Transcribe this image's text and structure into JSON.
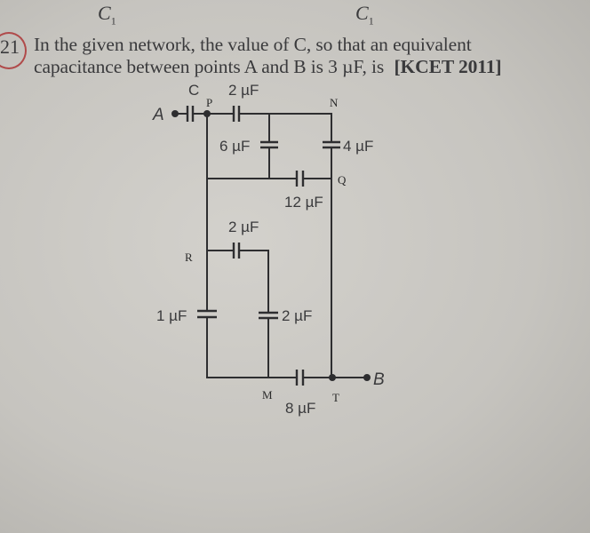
{
  "header": {
    "partial_options": [
      "C1",
      "C1"
    ],
    "sub": "1"
  },
  "question": {
    "number": "21",
    "line1": "In the given network, the value of C, so that an equivalent",
    "line2_a": "capacitance between points A and B is 3 µF, is",
    "source": "[KCET 2011]"
  },
  "circuit": {
    "terminals": {
      "a": "A",
      "b": "B"
    },
    "nodes": {
      "p": "P",
      "n": "N",
      "q": "Q",
      "r": "R",
      "m": "M",
      "t": "T"
    },
    "capacitors": {
      "c": "C",
      "top": "2 µF",
      "c6": "6 µF",
      "c4": "4 µF",
      "c12": "12 µF",
      "r2": "2 µF",
      "c1": "1 µF",
      "v2": "2 µF",
      "c8": "8 µF"
    }
  }
}
